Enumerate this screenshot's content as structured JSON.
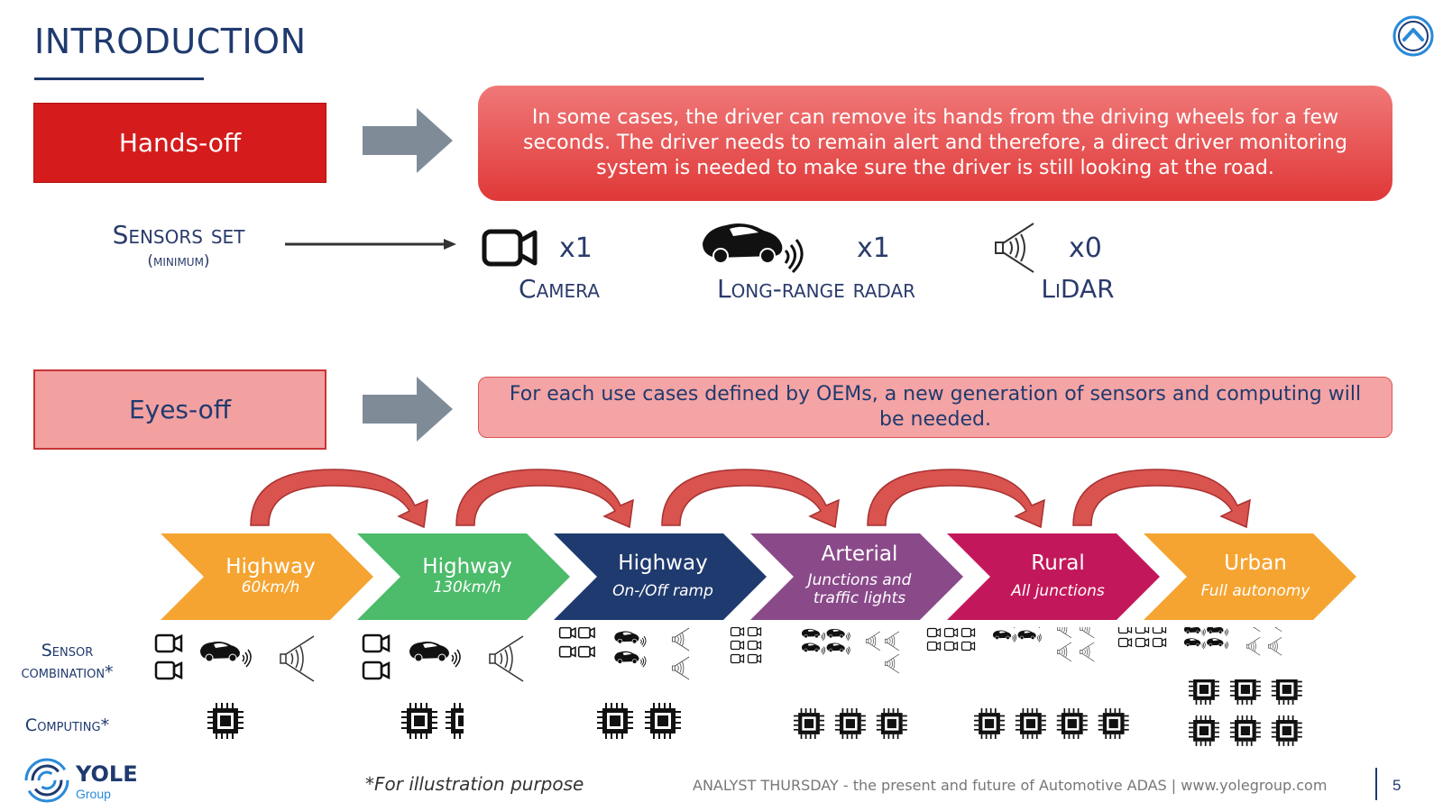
{
  "page": {
    "title": "INTRODUCTION",
    "page_number": "5",
    "footer": "ANALYST THURSDAY - the present and future of Automotive ADAS |  www.yolegroup.com",
    "footnote": "*For illustration purpose",
    "logo": {
      "name": "YOLE",
      "sub": "Group"
    }
  },
  "hands_off": {
    "label": "Hands-off",
    "description": "In some cases, the driver can remove its hands from the driving wheels for a few seconds. The driver needs to remain alert and therefore, a direct driver monitoring system is needed to make sure the driver is still looking at the road."
  },
  "sensors_set": {
    "title": "Sensors set",
    "subtitle": "(minimum)",
    "items": [
      {
        "label": "Camera",
        "count": "x1",
        "icon": "camera-icon"
      },
      {
        "label": "Long-range radar",
        "count": "x1",
        "icon": "radar-car-icon"
      },
      {
        "label": "LiDAR",
        "count": "x0",
        "icon": "lidar-icon"
      }
    ]
  },
  "eyes_off": {
    "label": "Eyes-off",
    "description": "For each use cases defined by OEMs, a new generation of sensors and computing will be needed."
  },
  "stages": [
    {
      "title": "Highway",
      "subtitle": "60km/h",
      "color": "#f5a431"
    },
    {
      "title": "Highway",
      "subtitle": "130km/h",
      "color": "#4cbb6a"
    },
    {
      "title": "Highway",
      "subtitle": "On-/Off ramp",
      "color": "#1f3a6e"
    },
    {
      "title": "Arterial",
      "subtitle": "Junctions and traffic lights",
      "color": "#8a4a8a"
    },
    {
      "title": "Rural",
      "subtitle": "All junctions",
      "color": "#c2185b"
    },
    {
      "title": "Urban",
      "subtitle": "Full autonomy",
      "color": "#f5a431"
    }
  ],
  "row_labels": {
    "sensor_combination": "Sensor combination*",
    "computing": "Computing*"
  },
  "colors": {
    "hands_off_red": "#d51b1b",
    "eyes_off_pink": "#f2a0a0",
    "navy": "#1f3a6e",
    "curved_arrow": "#d9534f",
    "grey_arrow": "#7f8c98"
  }
}
